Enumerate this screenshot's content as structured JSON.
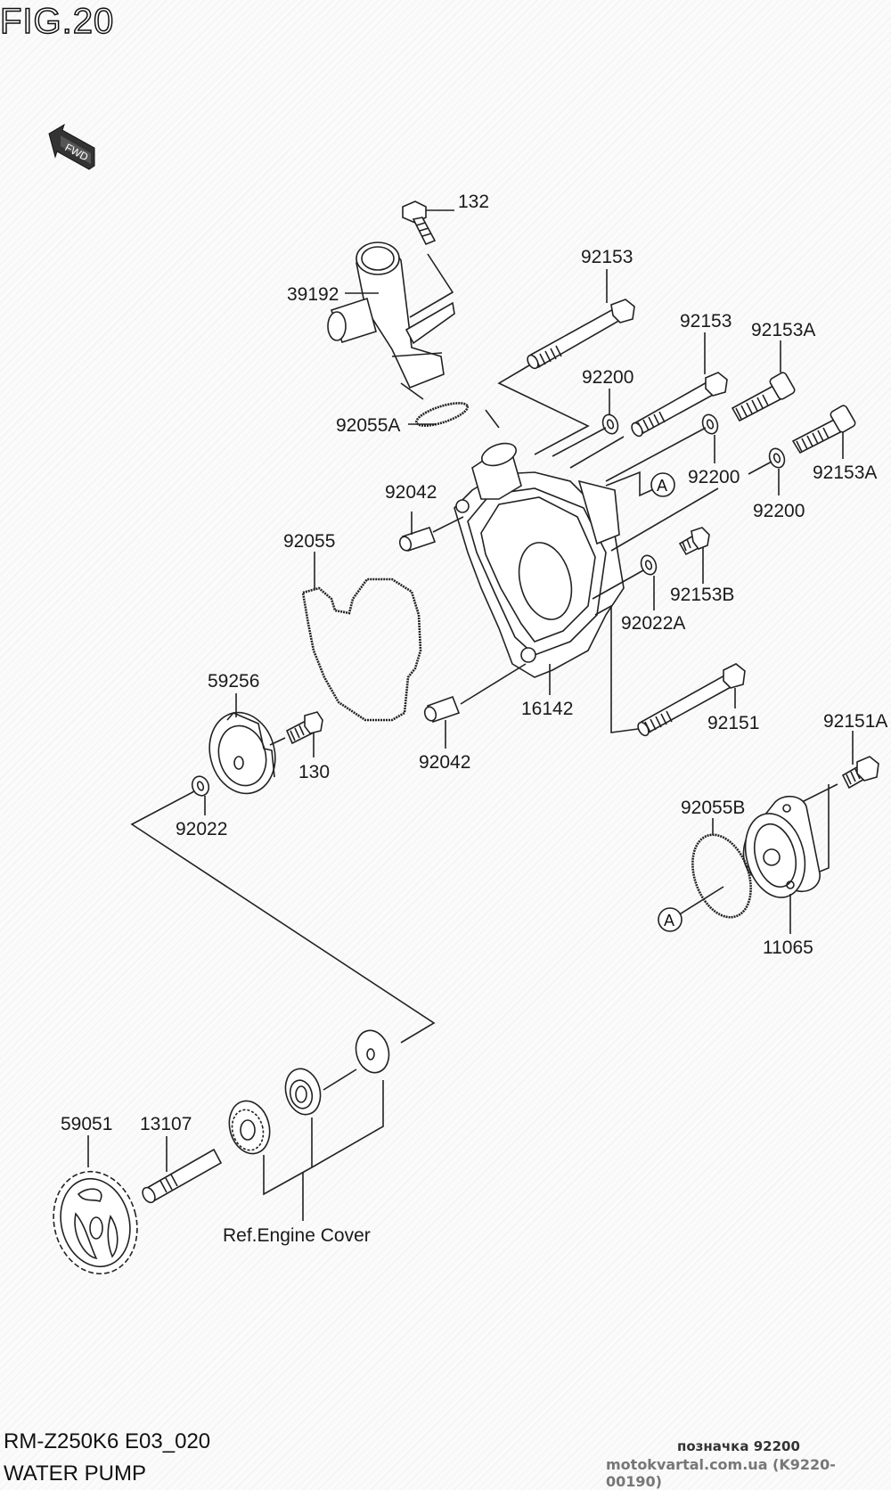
{
  "figure": {
    "title": "FIG.20",
    "model_code": "RM-Z250K6 E03_020",
    "section_name": "WATER PUMP",
    "direction_indicator": "FWD"
  },
  "parts": {
    "p132": "132",
    "p39192": "39192",
    "p92153_a": "92153",
    "p92153_b": "92153",
    "p92153A_a": "92153A",
    "p92153A_b": "92153A",
    "p92200_a": "92200",
    "p92200_b": "92200",
    "p92200_c": "92200",
    "p92055A": "92055A",
    "p92042_a": "92042",
    "p92042_b": "92042",
    "p92055": "92055",
    "p92153B": "92153B",
    "p92022A": "92022A",
    "p16142": "16142",
    "p92151": "92151",
    "p92151A": "92151A",
    "p59256": "59256",
    "p130": "130",
    "p92022": "92022",
    "p92055B": "92055B",
    "p11065": "11065",
    "p59051": "59051",
    "p13107": "13107",
    "ref_engine_cover": "Ref.Engine Cover",
    "ref_mark_a1": "A",
    "ref_mark_a2": "A"
  },
  "watermark": {
    "caption": "позначка 92200",
    "site": "motokvartal.com.ua (K9220-00190)"
  }
}
